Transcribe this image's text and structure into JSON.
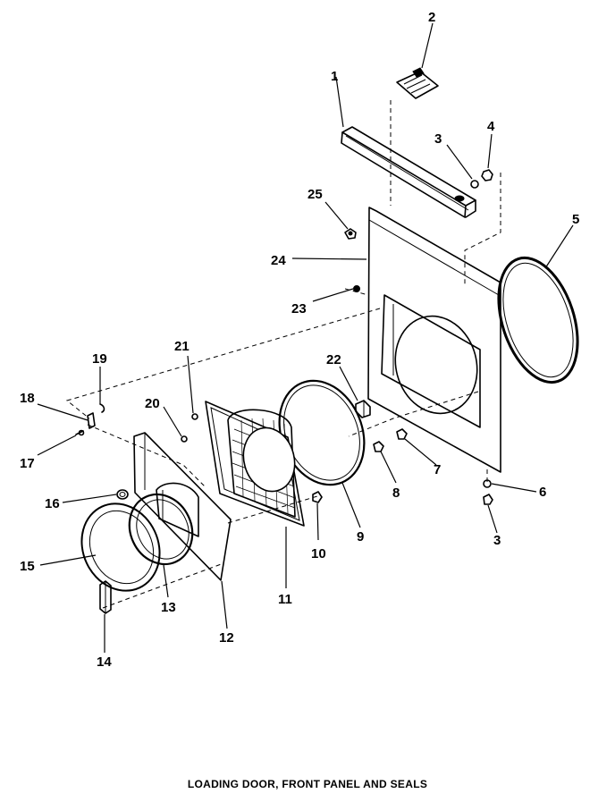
{
  "caption": "LOADING DOOR, FRONT PANEL AND SEALS",
  "callouts": [
    "1",
    "2",
    "3",
    "4",
    "5",
    "25",
    "24",
    "23",
    "21",
    "22",
    "19",
    "18",
    "20",
    "17",
    "16",
    "15",
    "13",
    "14",
    "12",
    "11",
    "10",
    "9",
    "8",
    "7",
    "6",
    "3"
  ],
  "colors": {
    "ink": "#000000",
    "background": "#ffffff"
  }
}
